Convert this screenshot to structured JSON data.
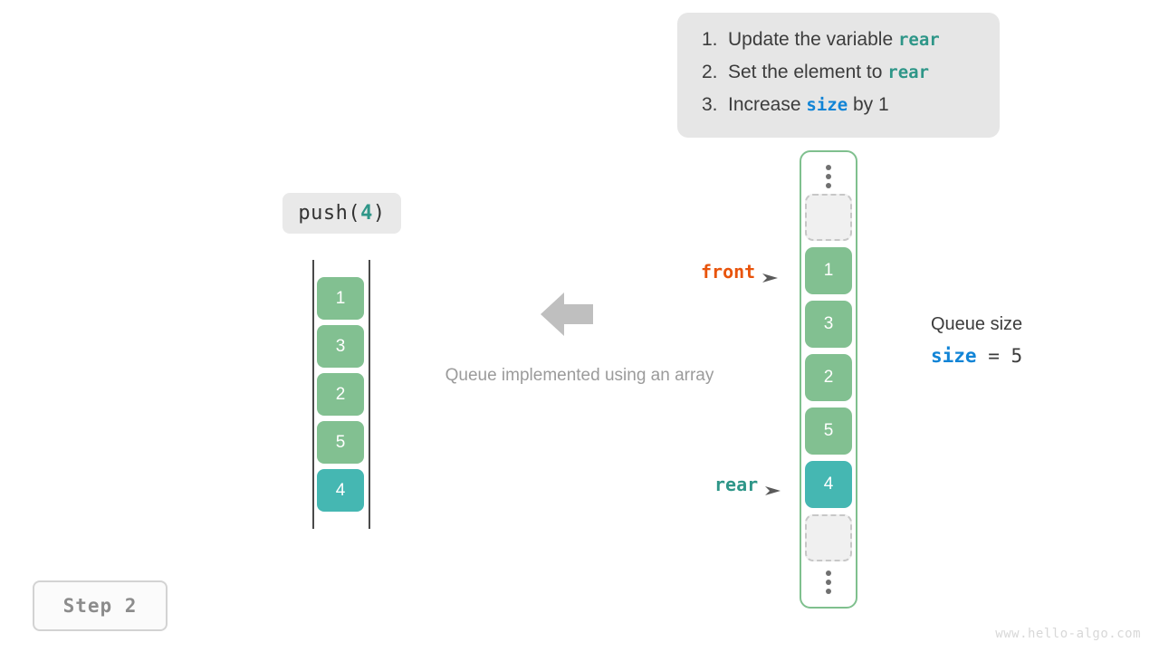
{
  "instructions": {
    "items": [
      {
        "num": "1.",
        "pre": "Update the variable ",
        "keyword": "rear",
        "post": "",
        "keyword_color": "#2e9688"
      },
      {
        "num": "2.",
        "pre": "Set the element to ",
        "keyword": "rear",
        "post": "",
        "keyword_color": "#2e9688"
      },
      {
        "num": "3.",
        "pre": "Increase ",
        "keyword": "size",
        "post": " by 1",
        "keyword_color": "#1184d6"
      }
    ]
  },
  "operation": {
    "name": "push(",
    "argument": "4",
    "close": ")"
  },
  "left_array": {
    "cells": [
      {
        "value": "1",
        "style": "green"
      },
      {
        "value": "3",
        "style": "green"
      },
      {
        "value": "2",
        "style": "green"
      },
      {
        "value": "5",
        "style": "green"
      },
      {
        "value": "4",
        "style": "teal"
      }
    ]
  },
  "center": {
    "caption": "Queue implemented using an array",
    "arrow_direction": "left",
    "arrow_color": "#bfbfbf"
  },
  "queue": {
    "cells": [
      {
        "value": "",
        "style": "empty"
      },
      {
        "value": "1",
        "style": "green"
      },
      {
        "value": "3",
        "style": "green"
      },
      {
        "value": "2",
        "style": "green"
      },
      {
        "value": "5",
        "style": "green"
      },
      {
        "value": "4",
        "style": "teal"
      },
      {
        "value": "",
        "style": "empty"
      }
    ],
    "border_color": "#7fc08e"
  },
  "pointers": {
    "front": {
      "label": "front",
      "color": "#e8540c"
    },
    "rear": {
      "label": "rear",
      "color": "#2e9688"
    }
  },
  "queue_size": {
    "title": "Queue size",
    "var": "size",
    "operator": " = ",
    "value": "5"
  },
  "step": {
    "label": "Step 2"
  },
  "watermark": {
    "text": "www.hello-algo.com"
  },
  "colors": {
    "green": "#82c091",
    "teal": "#45b7b2",
    "empty_fill": "#f0f0f0",
    "empty_border": "#c7c7c7",
    "panel_bg": "#e6e6e6"
  }
}
